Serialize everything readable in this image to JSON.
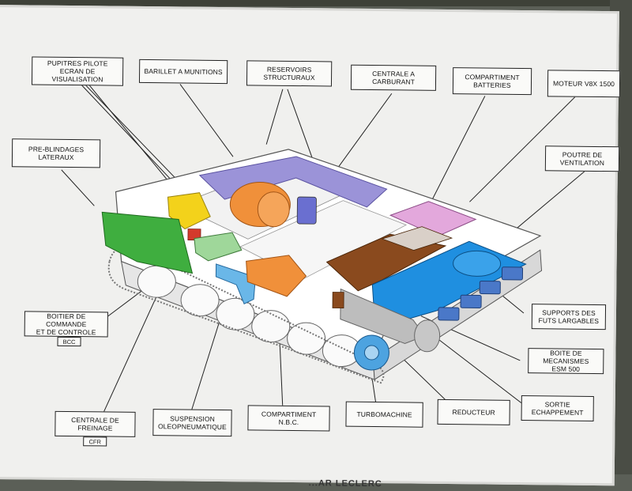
{
  "labels": {
    "pupitres": "PUPITRES PILOTE\nECRAN DE VISUALISATION",
    "barillet": "BARILLET A MUNITIONS",
    "reservoirs": "RESERVOIRS\nSTRUCTURAUX",
    "centrale_carburant": "CENTRALE A CARBURANT",
    "compartiment_batteries": "COMPARTIMENT\nBATTERIES",
    "moteur": "MOTEUR V8X 1500",
    "pre_blindages": "PRE-BLINDAGES\nLATERAUX",
    "poutre": "POUTRE DE VENTILATION",
    "boitier": "BOITIER DE COMMANDE\nET DE CONTROLE",
    "boitier_sub": "BCC",
    "supports": "SUPPORTS DES\nFUTS LARGABLES",
    "boite_mecanismes": "BOITE DE MECANISMES\nESM 500",
    "centrale_freinage": "CENTRALE DE FREINAGE",
    "centrale_freinage_sub": "CFR",
    "suspension": "SUSPENSION\nOLEOPNEUMATIQUE",
    "nbc": "COMPARTIMENT N.B.C.",
    "turbomachine": "TURBOMACHINE",
    "reducteur": "REDUCTEUR",
    "sortie": "SORTIE\nECHAPPEMENT"
  },
  "bottom_caption": "...AR LECLERC",
  "colors": {
    "green": "#3fae3f",
    "yellow": "#f3d21b",
    "orange": "#f0903a",
    "purple": "#9b93d8",
    "pink": "#e3a8dc",
    "blue": "#1f8fe0",
    "brown": "#8a4a1e",
    "light_green": "#9fd79a",
    "light_blue": "#6ab7e8",
    "red": "#d33a2c"
  }
}
